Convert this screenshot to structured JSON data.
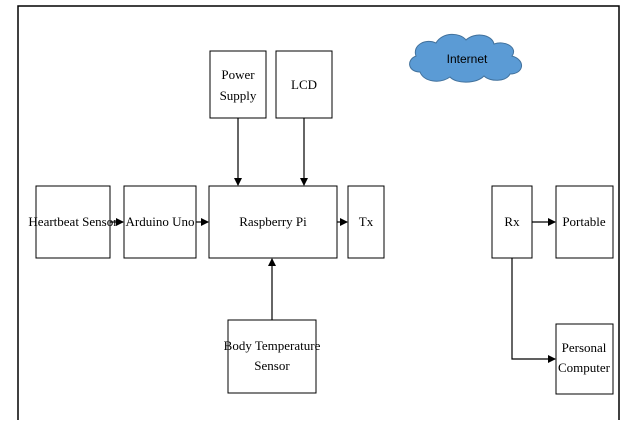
{
  "blocks": {
    "heartbeat_sensor": "Heartbeat Sensor",
    "arduino_uno": "Arduino Uno",
    "raspberry_pi": "Raspberry Pi",
    "tx": "Tx",
    "power_supply_line1": "Power",
    "power_supply_line2": "Supply",
    "lcd": "LCD",
    "body_temp_line1": "Body Temperature",
    "body_temp_line2": "Sensor",
    "rx": "Rx",
    "portable": "Portable",
    "personal_computer_line1": "Personal",
    "personal_computer_line2": "Computer",
    "internet": "Internet"
  },
  "colors": {
    "cloud_fill": "#5b9bd5",
    "cloud_stroke": "#41719c",
    "line": "#000000",
    "box_fill": "#ffffff"
  }
}
